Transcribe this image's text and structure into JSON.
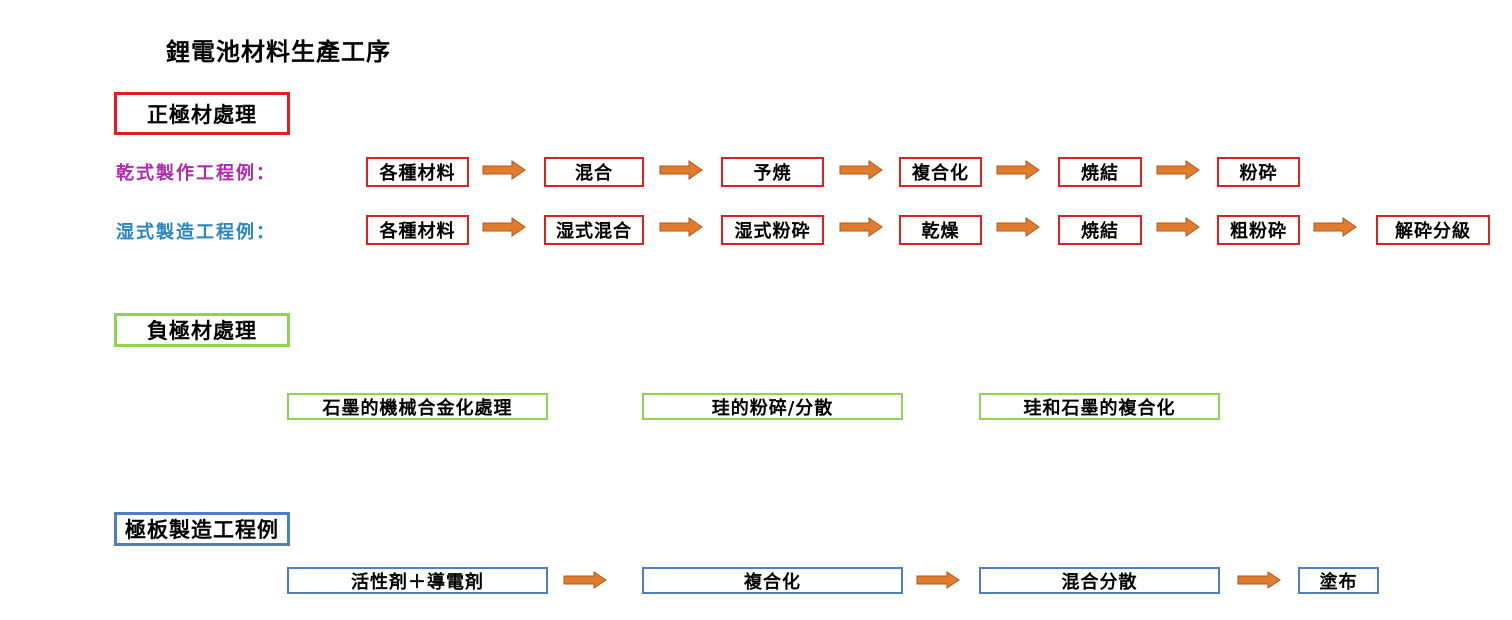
{
  "title": "鋰電池材料生產工序",
  "sections": {
    "cathode": {
      "header": "正極材處理",
      "dry_label": "乾式製作工程例：",
      "dry_steps": [
        "各種材料",
        "混合",
        "予焼",
        "複合化",
        "焼結",
        "粉砕"
      ],
      "wet_label": "湿式製造工程例：",
      "wet_steps": [
        "各種材料",
        "湿式混合",
        "湿式粉砕",
        "乾燥",
        "焼結",
        "粗粉砕",
        "解砕分級"
      ]
    },
    "anode": {
      "header": "負極材處理",
      "steps": [
        "石墨的機械合金化處理",
        "珪的粉碎/分散",
        "珪和石墨的複合化"
      ]
    },
    "electrode": {
      "header": "極板製造工程例",
      "steps": [
        "活性剤＋導電剤",
        "複合化",
        "混合分散",
        "塗布"
      ]
    }
  },
  "colors": {
    "cathode_border": "#e02020",
    "anode_border": "#8fd455",
    "electrode_border": "#4f7ec2",
    "arrow": "#e07c2e",
    "dry_label": "#b02ab0",
    "wet_label": "#2a86bf"
  },
  "icons": {
    "arrow": "right-arrow-icon"
  }
}
